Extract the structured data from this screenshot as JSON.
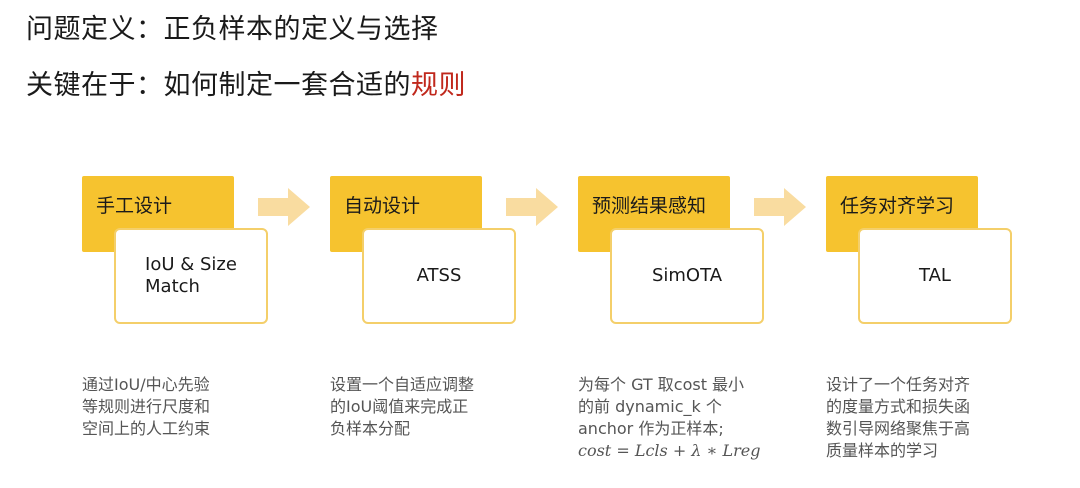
{
  "header": {
    "line1": "问题定义：正负样本的定义与选择",
    "line2_prefix": "关键在于：如何制定一套合适的",
    "line2_highlight": "规则"
  },
  "stages": [
    {
      "tag": "手工设计",
      "box": "IoU & Size\nMatch",
      "desc": [
        "通过IoU/中心先验",
        "等规则进行尺度和",
        "空间上的人工约束"
      ]
    },
    {
      "tag": "自动设计",
      "box": "ATSS",
      "desc": [
        "设置一个自适应调整",
        "的IoU阈值来完成正",
        "负样本分配"
      ]
    },
    {
      "tag": "预测结果感知",
      "box": "SimOTA",
      "desc": [
        "为每个 GT 取cost 最小",
        "的前 dynamic_k 个",
        "anchor 作为正样本;"
      ],
      "formula": "cost = Lcls + λ ∗ Lreg"
    },
    {
      "tag": "任务对齐学习",
      "box": "TAL",
      "desc": [
        "设计了一个任务对齐",
        "的度量方式和损失函",
        "数引导网络聚焦于高",
        "质量样本的学习"
      ]
    }
  ],
  "colors": {
    "tag": "#f6c32f",
    "box_border": "#f4cf6a",
    "arrow": "#f9dca0",
    "highlight": "#c0281c"
  },
  "icons": {
    "arrow": "arrow-right-icon"
  }
}
